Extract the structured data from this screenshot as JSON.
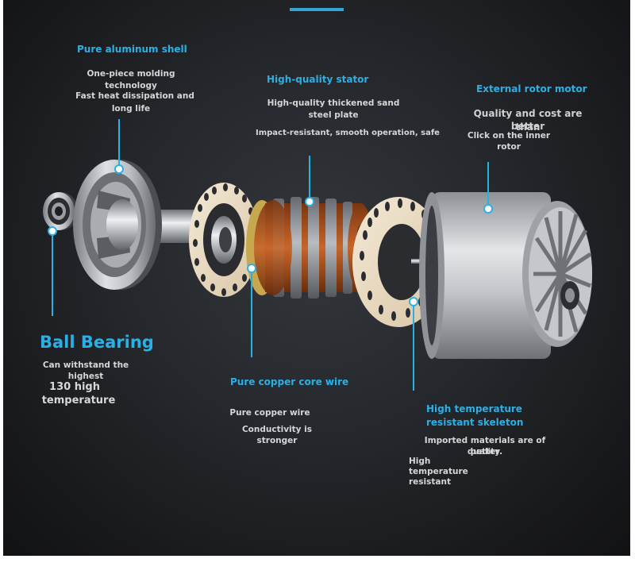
{
  "labels": {
    "aluminum_shell": {
      "title": "Pure aluminum shell",
      "line1": "One-piece molding",
      "line2": "technology",
      "line3": "Fast heat dissipation and",
      "line4": "long life"
    },
    "stator": {
      "title": "High-quality stator",
      "line1": "High-quality thickened sand",
      "line2": "steel plate",
      "line3": "Impact-resistant, smooth operation, safe"
    },
    "rotor": {
      "title": "External rotor motor",
      "line1": "Quality and cost are better",
      "line2": "than",
      "line3": "Click on the inner",
      "line4": "rotor"
    },
    "bearing": {
      "title": "Ball Bearing",
      "line1": "Can withstand the",
      "line2": "highest",
      "line3": "130 high",
      "line4": "temperature"
    },
    "copper": {
      "title": "Pure copper core wire",
      "line1": "Pure copper wire",
      "line2": "Conductivity is",
      "line3": "stronger"
    },
    "skeleton": {
      "title1": "High temperature",
      "title2": "resistant skeleton",
      "line1": "Imported materials are of better",
      "line2": "quality.",
      "line3": "High",
      "line4": "temperature",
      "line5": "resistant"
    }
  },
  "colors": {
    "accent": "#2bb0e6",
    "background": "#222528",
    "copper": "#b0561f",
    "aluminum": "#c9ccd0",
    "paper": "#ecdcc2"
  },
  "icons": {
    "callout_marker": "circle-dot"
  }
}
